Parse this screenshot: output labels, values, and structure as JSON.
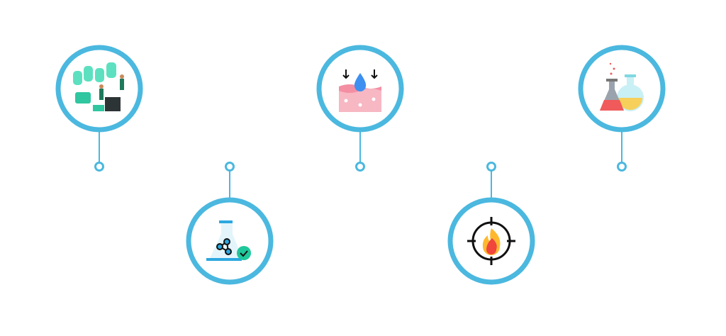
{
  "colors": {
    "ring": "#4bb8df",
    "timeline": "#4dd9d9",
    "background": "#ffffff"
  },
  "milestones": [
    {
      "position": "top",
      "icon": "factory-workers-illustration-icon"
    },
    {
      "position": "bottom",
      "icon": "flask-molecule-check-icon"
    },
    {
      "position": "top",
      "icon": "skin-water-absorption-icon"
    },
    {
      "position": "bottom",
      "icon": "fire-target-icon"
    },
    {
      "position": "top",
      "icon": "chemistry-flasks-icon"
    }
  ]
}
